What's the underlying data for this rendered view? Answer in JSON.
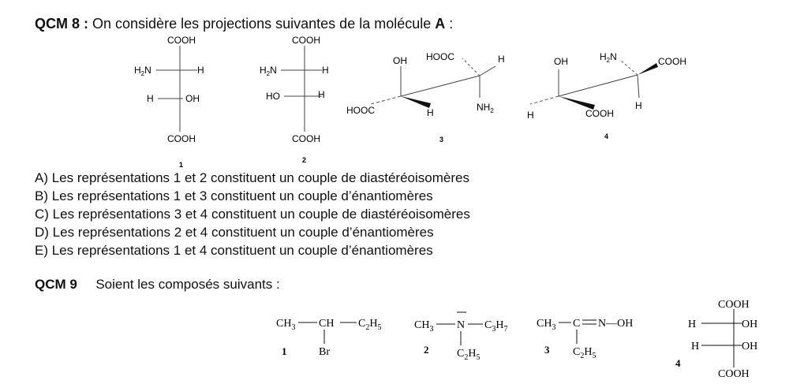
{
  "qcm8": {
    "label": "QCM 8 :",
    "text": " On considère les projections suivantes de la molécule ",
    "molecule": "A",
    "colon": " :",
    "options": [
      "A) Les représentations 1 et 2 constituent un couple de diastéréoisomères",
      "B) Les représentations 1 et 3 constituent un couple d’énantiomères",
      "C) Les représentations 3 et 4 constituent un couple de diastéréoisomères",
      "D) Les représentations 2 et 4 constituent un couple d’énantiomères",
      "E) Les représentations 1 et 4 constituent un couple d’énantiomères"
    ],
    "fischer1": {
      "top": "COOH",
      "r1_left": "H2N",
      "r1_right": "H",
      "r2_left": "H",
      "r2_right": "OH",
      "bottom": "COOH",
      "number": "1"
    },
    "fischer2": {
      "top": "COOH",
      "r1_left": "H2N",
      "r1_right": "H",
      "r2_left": "HO",
      "r2_right": "H",
      "bottom": "COOH",
      "number": "2"
    },
    "cram3": {
      "oh": "OH",
      "hooc_top": "HOOC",
      "h_top": "H",
      "hooc_bottom": "HOOC",
      "h_bottom": "H",
      "nh2": "NH2",
      "number": "3"
    },
    "cram4": {
      "oh": "OH",
      "h2n": "H2N",
      "cooh_top": "COOH",
      "h_left": "H",
      "cooh_bottom": "COOH",
      "h_right": "H",
      "number": "4"
    }
  },
  "qcm9": {
    "label": "QCM 9",
    "text": "Soient les composés suivants :",
    "c1": {
      "ch3": "CH3",
      "ch": "CH",
      "c2h5": "C2H5",
      "br": "Br",
      "number": "1"
    },
    "c2": {
      "ch3": "CH3",
      "n": "N",
      "c3h7": "C3H7",
      "c2h5": "C2H5",
      "number": "2"
    },
    "c3": {
      "ch3": "CH3",
      "c": "C",
      "n_oh": "N—OH",
      "c2h5": "C2H5",
      "number": "3"
    },
    "c4": {
      "top": "COOH",
      "r1_left": "H",
      "r1_right": "OH",
      "r2_left": "H",
      "r2_right": "OH",
      "bottom": "COOH",
      "number": "4"
    }
  }
}
